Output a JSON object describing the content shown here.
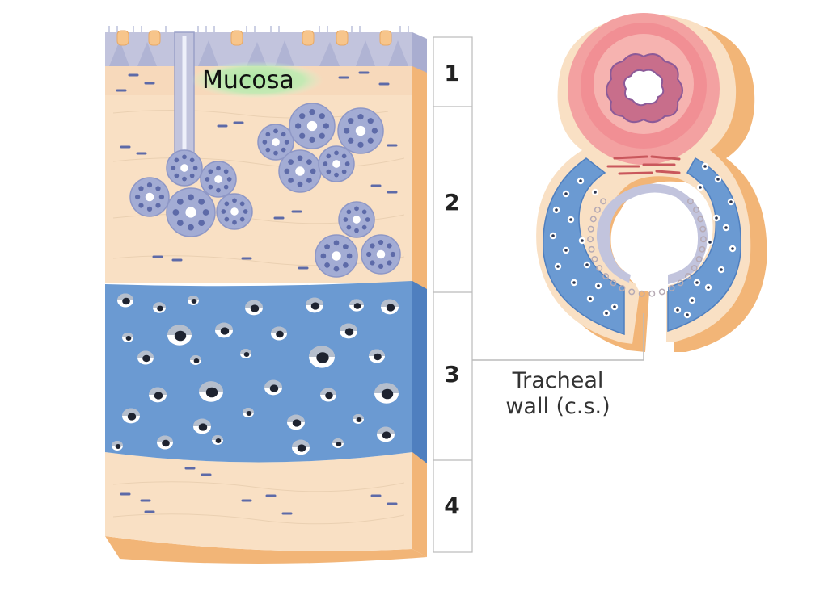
{
  "labels": {
    "highlight": "Mucosa",
    "caption_line1": "Tracheal",
    "caption_line2": "wall (c.s.)"
  },
  "layers": [
    {
      "number": "1"
    },
    {
      "number": "2"
    },
    {
      "number": "3"
    },
    {
      "number": "4"
    }
  ],
  "colors": {
    "connective_tissue": "#f9e0c4",
    "connective_edge": "#f2b577",
    "cartilage": "#6b9ad2",
    "cartilage_edge": "#4f7fbf",
    "gland": "#a3acd4",
    "gland_nucleus": "#5d6aa8",
    "epithelium": "#c2c4dd",
    "goblet_cell": "#f7c58b",
    "esophagus_outer": "#f3a1a1",
    "esophagus_inner": "#e77e8a",
    "esophagus_lumen": "#8c5a98",
    "label_highlight": "#a6e8a0",
    "leader_line": "#bbbbbb"
  }
}
